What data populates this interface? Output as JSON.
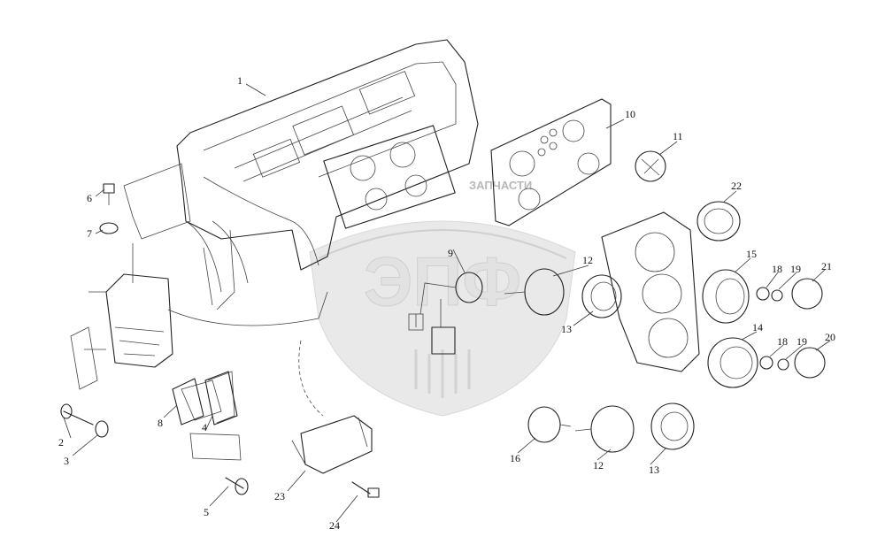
{
  "watermark": {
    "logo_letters": "ЭПФ",
    "overlay_text": [
      "ЗАПЧАСТИ"
    ]
  },
  "callouts": [
    "1",
    "2",
    "3",
    "4",
    "5",
    "6",
    "7",
    "8",
    "9",
    "10",
    "11",
    "12",
    "12",
    "13",
    "13",
    "14",
    "15",
    "16",
    "18",
    "18",
    "19",
    "19",
    "20",
    "21",
    "22",
    "23",
    "24"
  ],
  "colors": {
    "line": "#222222",
    "watermark": "#e2e2e2",
    "background": "#ffffff"
  }
}
